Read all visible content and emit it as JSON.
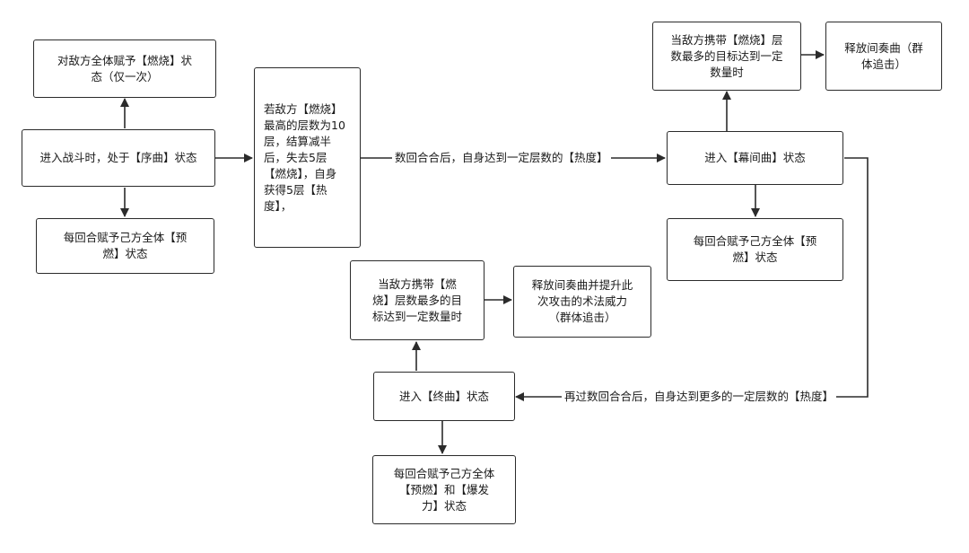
{
  "nodes": {
    "burn_all": "对敌方全体赋予【燃烧】状\n态（仅一次）",
    "prelude": "进入战斗时，处于【序曲】状态",
    "preburn_1": "每回合赋予己方全体【预\n燃】状态",
    "burn_max": "若敌方【燃烧】\n最高的层数为10\n层，结算减半\n后，失去5层\n【燃烧】，自身\n获得5层【热\n度】，",
    "interlude": "进入【幕间曲】状态",
    "preburn_2": "每回合赋予己方全体【预\n燃】状态",
    "cond_top": "当敌方携带【燃烧】层\n数最多的目标达到一定\n数量时",
    "release_top": "释放间奏曲（群\n体追击）",
    "cond_mid": "当敌方携带【燃\n烧】层数最多的目\n标达到一定数量时",
    "release_mid": "释放间奏曲并提升此\n次攻击的术法威力\n（群体追击）",
    "finale": "进入【终曲】状态",
    "preburn_3": "每回合赋予己方全体\n【预燃】和【爆发\n力】状态"
  },
  "edges": {
    "to_interlude": "数回合合后，自身达到一定层数的【热度】",
    "to_finale": "再过数回合合后，自身达到更多的一定层数的【热度】"
  }
}
